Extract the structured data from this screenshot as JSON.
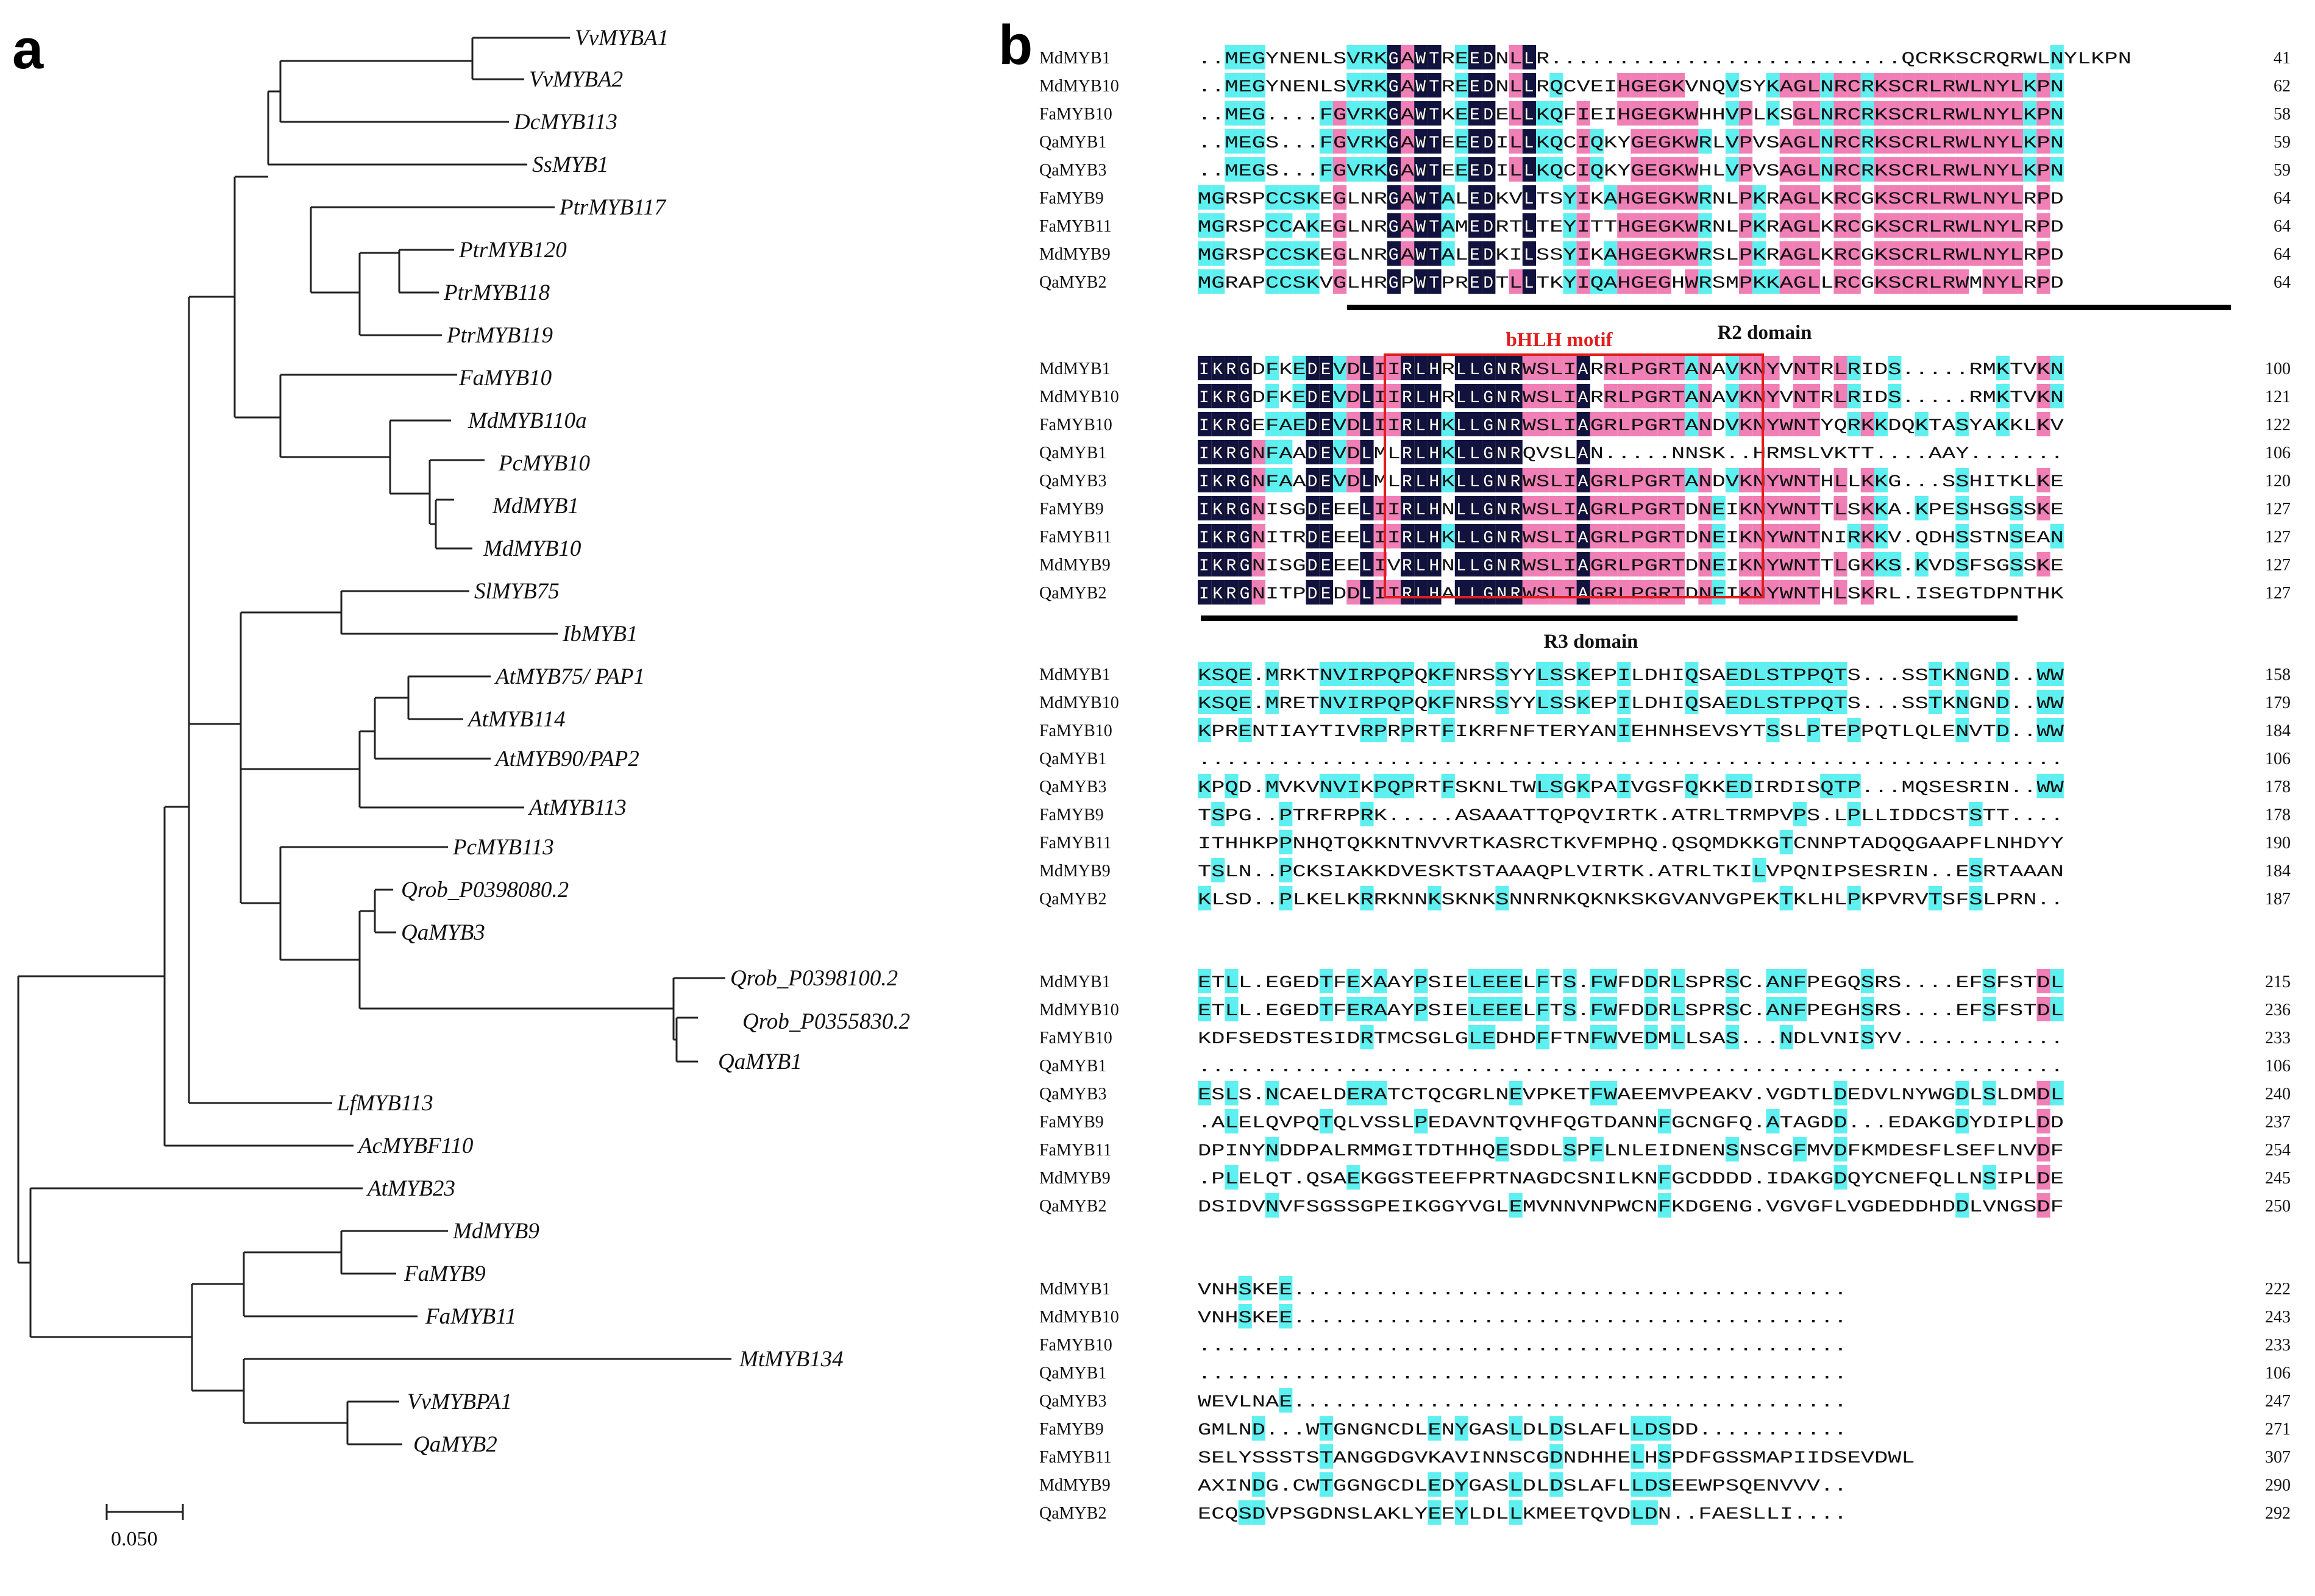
{
  "panels": {
    "a": "a",
    "b": "b"
  },
  "tree": {
    "scale_label": "0.050",
    "leaves": [
      "VvMYBA1",
      "VvMYBA2",
      "DcMYB113",
      "SsMYB1",
      "PtrMYB117",
      "PtrMYB120",
      "PtrMYB118",
      "PtrMYB119",
      "FaMYB10",
      "MdMYB110a",
      "PcMYB10",
      "MdMYB1",
      "MdMYB10",
      "SlMYB75",
      "IbMYB1",
      "AtMYB75/ PAP1",
      "AtMYB114",
      "AtMYB90/PAP2",
      "AtMYB113",
      "PcMYB113",
      "Qrob_P0398080.2",
      "QaMYB3",
      "Qrob_P0398100.2",
      "Qrob_P0355830.2",
      "QaMYB1",
      "LfMYB113",
      "AcMYBF110",
      "AtMYB23",
      "MdMYB9",
      "FaMYB9",
      "FaMYB11",
      "MtMYB134",
      "VvMYBPA1",
      "QaMYB2"
    ]
  },
  "alignment": {
    "names": [
      "MdMYB1",
      "MdMYB10",
      "FaMYB10",
      "QaMYB1",
      "QaMYB3",
      "FaMYB9",
      "FaMYB11",
      "MdMYB9",
      "QaMYB2"
    ],
    "domains": {
      "r2": "R2 domain",
      "r3": "R3 domain",
      "motif": "bHLH motif"
    },
    "blocks": [
      {
        "seqs": [
          "..MEGYNENLSVRKGAWTREEDNLLR..........................QCRKSCRQRWLNYLKPN",
          "..MEGYNENLSVRKGAWTREEDNLLRQCVEIHGEGKVNQVSYKAGLNRCRKSCRLRWLNYLKPN",
          "..MEG....FGVRKGAWTKEEDELLKQFIEIHGEGKWHHVPLKSGLNRCRKSCRLRWLNYLKPN",
          "..MEGS...FGVRKGAWTEEEDILLKQCIQKYGEGKWRLVPVSAGLNRCRKSCRLRWLNYLKPN",
          "..MEGS...FGVRKGAWTEEEDILLKQCIQKYGEGKWHLVPVSAGLNRCRKSCRLRWLNYLKPN",
          "MGRSPCCSKEGLNRGAWTALEDKVLTSYIKAHGEGKWRNLPKRAGLKRCGKSCRLRWLNYLRPD",
          "MGRSPCCAKEGLNRGAWTAMEDRTLTEYITTHGEGKWRNLPKRAGLKRCGKSCRLRWLNYLRPD",
          "MGRSPCCSKEGLNRGAWTALEDKILSSYIKAHGEGKWRSLPKRAGLKRCGKSCRLRWLNYLRPD",
          "MGRAPCCSKVGLHRGPWTPREDTLLTKYIQAHGEGHWRSMPKKAGLLRCGKSCRLRWMNYLRPD"
        ],
        "nums": [
          "41",
          "62",
          "58",
          "59",
          "59",
          "64",
          "64",
          "64",
          "64"
        ]
      },
      {
        "seqs": [
          "IKRGDFKEDEVDLIIRLHRLLGNRWSLIARRLPGRTANAVKNYVNTRLRIDS.....RMKTVKN",
          "IKRGDFKEDEVDLIIRLHRLLGNRWSLIARRLPGRTANAVKNYVNTRLRIDS.....RMKTVKN",
          "IKRGEFAEDEVDLIIRLHKLLGNRWSLIAGRLPGRTANDVKNYWNTYQRKKDQKTASYAKKLKV",
          "IKRGNFAADEVDLMLRLHKLLGNRQVSLAN.....NNSK..HRMSLVKTT....AAY.......",
          "IKRGNFAADEVDLMLRLHKLLGNRWSLIAGRLPGRTANDVKNYWNTHLLKKG...SSHITKLKE",
          "IKRGNISGDEEELIIRLHNLLGNRWSLIAGRLPGRTDNEIKNYWNTTLSKKA.KPESHSGSSKE",
          "IKRGNITRDEEELIIRLHKLLGNRWSLIAGRLPGRTDNEIKNYWNTNIRKKV.QDHSSTNSEAN",
          "IKRGNISGDEEELIVRLHNLLGNRWSLIAGRLPGRTDNEIKNYWNTTLGKKS.KVDSFSGSSKE",
          "IKRGNITPDEDDLIIRLHALLGNRWSLIAGRLPGRTDNEIKNYWNTHLSKRL.ISEGTDPNTHK"
        ],
        "nums": [
          "100",
          "121",
          "122",
          "106",
          "120",
          "127",
          "127",
          "127",
          "127"
        ]
      },
      {
        "seqs": [
          "KSQE.MRKTNVIRPQPQKFNRSSYYLSSKEPILDHIQSAEDLSTPPQTS...SSTKNGND..WW",
          "KSQE.MRETNVIRPQPQKFNRSSYYLSSKEPILDHIQSAEDLSTPPQTS...SSTKNGND..WW",
          "KPRENTIAYTIVRPRPRTFIKRFNFTERYANIEHNHSEVSYTSSLPTEPPQTLQLENVTD..WW",
          "................................................................",
          "KPQD.MVKVNVIKPQPRTFSKNLTWLSGKPAIVGSFQKKEDIRDISQTP...MQSESRIN..WW",
          "TSPG..PTRFRPRK.....ASAAATTQPQVIRTK.ATRLTRMPVPS.LPLLIDDCSTSTT....",
          "ITHHKPPNHQTQKKNTNVVRTKASRCTKVFMPHQ.QSQMDKKGTCNNPTADQQGAAPFLNHDYY",
          "TSLN..PCKSIAKKDVESKTSTAAAQPLVIRTK.ATRLTKILVPQNIPSESRIN..ESRTAAAN",
          "KLSD..PLKELKRRKNNKSKNKSNNRNKQKNKSKGVANVGPEKTKLHLPKPVRVTSFSLPRN.."
        ],
        "nums": [
          "158",
          "179",
          "184",
          "106",
          "178",
          "178",
          "190",
          "184",
          "187"
        ]
      },
      {
        "seqs": [
          "ETLL.EGEDTFEXAAYPSIELEEELFTS.FWFDDRLSPRSC.ANFPEGQSRS....EFSFSTDL",
          "ETLL.EGEDTFERAAYPSIELEEELFTS.FWFDDRLSPRSC.ANFPEGHSRS....EFSFSTDL",
          "KDFSEDSTESIDRTMCSGLGLEDHDFFTNFWVEDMLLSAS...NDLVNISYV............",
          "................................................................",
          "ESLS.NCAELDERATCTQCGRLNEVPKETFWAEEMVPEAKV.VGDTLDEDVLNYWGDLSLDMDL",
          ".ALELQVPQTQLVSSLPEDAVNTQVHFQGTDANNFGCNGFQ.ATAGDD...EDAKGDYDIPLDD",
          "DPINYNDDPALRMMGITDTHHQESDDLSPFLNLEIDNENSNSCGFMVDFKMDESFLSEFLNVDF",
          ".PLELQT.QSAEKGGSTEEFPRTNAGDCSNILKNFGCDDDD.IDAKGDQYCNEFQLLNSIPLDE",
          "DSIDVNVFSGSSGPEIKGGYVGLEMVNNVNPWCNFKDGENG.VGVGFLVGDEDDHDDLVNGSDF"
        ],
        "nums": [
          "215",
          "236",
          "233",
          "106",
          "240",
          "237",
          "254",
          "245",
          "250"
        ]
      },
      {
        "seqs": [
          "VNHSKEE.........................................",
          "VNHSKEE.........................................",
          "................................................",
          "................................................",
          "WEVLNAE.........................................",
          "GMLND...WTGNGNCDLENYGASLDLDSLAFLLDSDD...........",
          "SELYSSSTSTANGGDGVKAVINNSCGDNDHHELHSPDFGSSMAPIIDSEVDWL",
          "AXINDG.CWTGGNGCDLEDYGASLDLDSLAFLLDSEEWPSQENVVV..",
          "ECQSDVPSGDNSLAKLYEEYLDLLKMEETQVDLDN..FAESLLI...."
        ],
        "nums": [
          "222",
          "243",
          "233",
          "106",
          "247",
          "271",
          "307",
          "290",
          "292"
        ]
      }
    ]
  },
  "colors": {
    "black_block": "#12123f",
    "pink": "#f07fb6",
    "cyan": "#5ef0f0",
    "red": "#e21d1d"
  }
}
